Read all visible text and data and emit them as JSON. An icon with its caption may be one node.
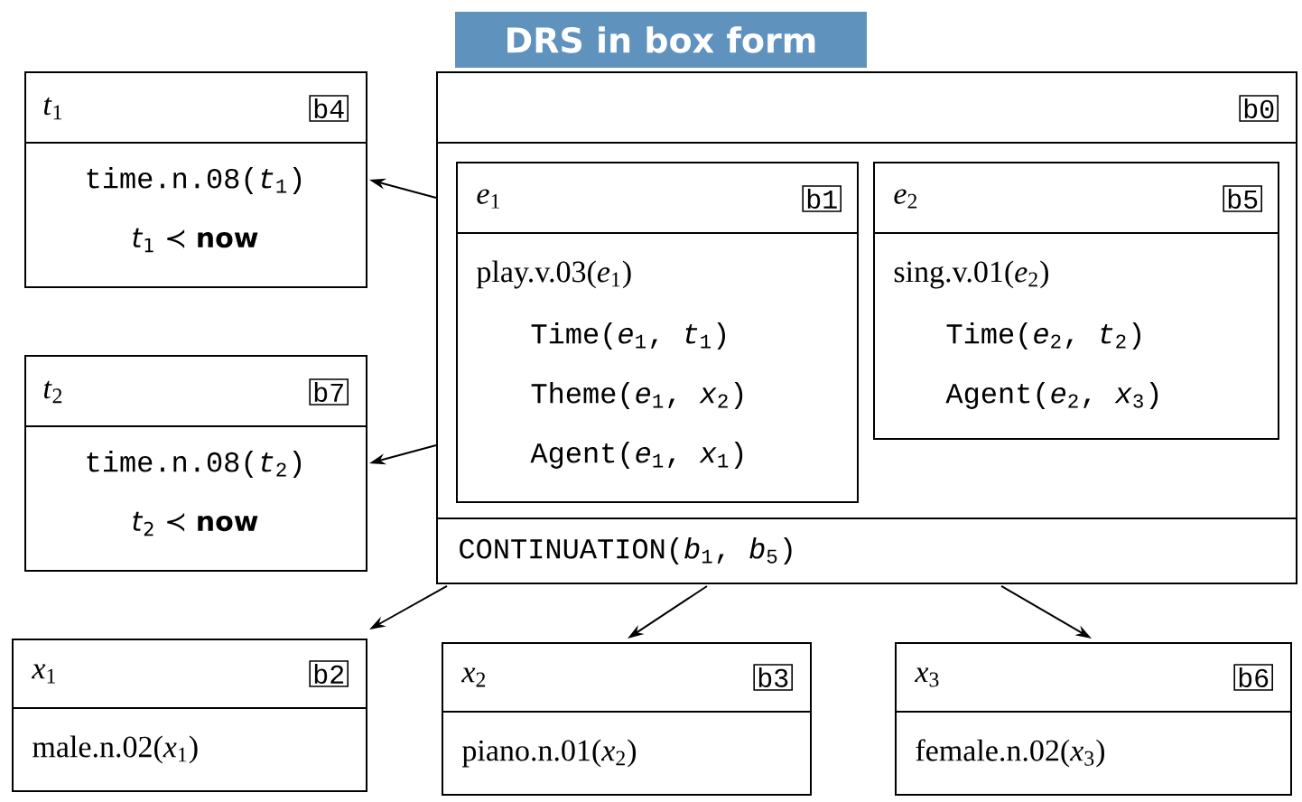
{
  "diagram": {
    "title": "DRS in box form",
    "nodes": [
      {
        "text": [
          "*t*$_{1}$",
          "b4",
          "time.n.08(*t*$_{1}$)",
          "*t*$_{1}$ ≺ **now**"
        ]
      },
      {
        "text": [
          "b0",
          "CONTINUATION(*b*$_{1}$, *b*$_{5}$)"
        ]
      },
      {
        "text": [
          "*e*$_{1}$",
          "b1",
          "play.v.03(*e*$_{1}$)",
          "Time(*e*$_{1}$, *t*$_{1}$)",
          "Theme(*e*$_{1}$, *x*$_{2}$)",
          "Agent(*e*$_{1}$, *x*$_{1}$)"
        ],
        "in": 1
      },
      {
        "text": [
          "*e*$_{2}$",
          "b5",
          "sing.v.01(*e*$_{2}$)",
          "Time(*e*$_{2}$, *t*$_{2}$)",
          "Agent(*e*$_{2}$, *x*$_{3}$)"
        ],
        "in": 1
      },
      {
        "text": [
          "*t*$_{2}$",
          "b7",
          "time.n.08(*t*$_{2}$)",
          "*t*$_{2}$ ≺ **now**"
        ]
      },
      {
        "text": [
          "*x*$_{1}$",
          "b2",
          "male.n.02(*x*$_{1}$)"
        ]
      },
      {
        "text": [
          "*x*$_{2}$",
          "b3",
          "piano.n.01(*x*$_{2}$)"
        ]
      },
      {
        "text": [
          "*x*$_{3}$",
          "b6",
          "female.n.02(*x*$_{3}$)"
        ]
      }
    ],
    "edges": [
      {
        "from": 1,
        "to": 0,
        "arrow": "to"
      },
      {
        "from": 1,
        "to": 4,
        "arrow": "to"
      },
      {
        "from": 1,
        "to": 5,
        "arrow": "to"
      },
      {
        "from": 1,
        "to": 6,
        "arrow": "to"
      },
      {
        "from": 1,
        "to": 7,
        "arrow": "to"
      }
    ]
  }
}
